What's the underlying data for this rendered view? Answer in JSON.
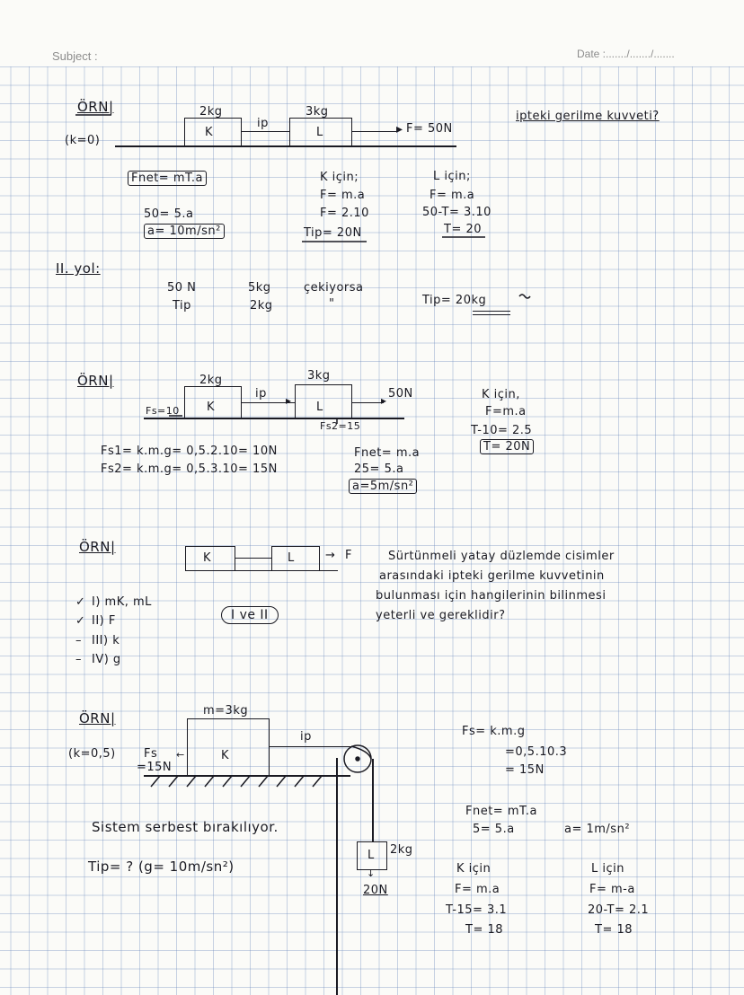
{
  "header": {
    "subject": "Subject :",
    "date": "Date :......./......./......."
  },
  "ex1": {
    "heading": "ÖRN|",
    "k": "(k=0)",
    "m1": "2kg",
    "m2": "3kg",
    "b1": "K",
    "b2": "L",
    "ip": "ip",
    "force": "F= 50N",
    "question": "ipteki gerilme kuvveti?",
    "fnet": "Fnet= mT.a",
    "eq1": "50= 5.a",
    "eq2": "a= 10m/sn²",
    "k_title": "K için;",
    "k1": "F= m.a",
    "k2": "F= 2.10",
    "k3": "Tip= 20N",
    "l_title": "L için;",
    "l1": "F= m.a",
    "l2": "50-T= 3.10",
    "l3": "T= 20"
  },
  "ex1b": {
    "heading": "II. yol:",
    "a1": "50 N",
    "a2": "Tip",
    "b1": "5kg",
    "b2": "2kg",
    "c1": "çekiyorsa",
    "c2": "\"",
    "result": "Tip= 20kg"
  },
  "ex2": {
    "heading": "ÖRN|",
    "m1": "2kg",
    "m2": "3kg",
    "b1": "K",
    "b2": "L",
    "ip": "ip",
    "force": "50N",
    "fs1": "Fs=10",
    "fs2": "Fs2=15",
    "f1": "Fs1= k.m.g= 0,5.2.10= 10N",
    "f2": "Fs2= k.m.g= 0,5.3.10= 15N",
    "n1": "Fnet= m.a",
    "n2": "25= 5.a",
    "n3": "a=5m/sn²",
    "k1": "K için,",
    "k2": "F=m.a",
    "k3": "T-10= 2.5",
    "k4": "T= 20N"
  },
  "ex3": {
    "heading": "ÖRN|",
    "b1": "K",
    "b2": "L",
    "force": "F",
    "text1": "Sürtünmeli yatay düzlemde cisimler",
    "text2": "arasındaki ipteki gerilme kuvvetinin",
    "text3": "bulunması için hangilerinin bilinmesi",
    "text4": "yeterli ve gereklidir?",
    "o1": "I) mK, mL",
    "o2": "II) F",
    "o3": "III) k",
    "o4": "IV) g",
    "answer": "I ve II"
  },
  "ex4": {
    "heading": "ÖRN|",
    "k": "(k=0,5)",
    "mass": "m=3kg",
    "b1": "K",
    "ip": "ip",
    "fs1": "Fs",
    "fs2": "=15N",
    "hang_mass": "2kg",
    "hang_block": "L",
    "hang_weight": "20N",
    "sys": "Sistem serbest bırakılıyor.",
    "q": "Tip= ?  (g= 10m/sn²)",
    "s1": "Fs= k.m.g",
    "s2": "=0,5.10.3",
    "s3": "= 15N",
    "n1": "Fnet= mT.a",
    "n2": "5= 5.a",
    "acc": "a= 1m/sn²",
    "k1": "K için",
    "k2": "F= m.a",
    "k3": "T-15= 3.1",
    "k4": "T= 18",
    "l1": "L için",
    "l2": "F= m-a",
    "l3": "20-T= 2.1",
    "l4": "T= 18"
  }
}
